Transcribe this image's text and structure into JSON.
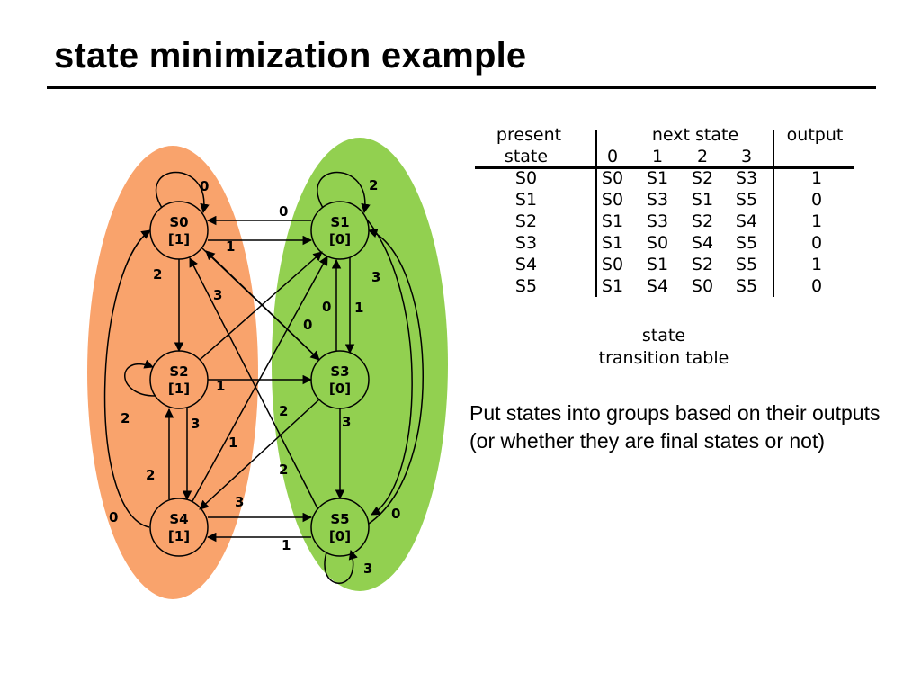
{
  "title": "state minimization example",
  "colors": {
    "group_output_1": "#f9a36c",
    "group_output_0": "#92d050",
    "stroke": "#000000"
  },
  "states": [
    {
      "id": "S0",
      "name": "S0",
      "output": "[1]"
    },
    {
      "id": "S1",
      "name": "S1",
      "output": "[0]"
    },
    {
      "id": "S2",
      "name": "S2",
      "output": "[1]"
    },
    {
      "id": "S3",
      "name": "S3",
      "output": "[0]"
    },
    {
      "id": "S4",
      "name": "S4",
      "output": "[1]"
    },
    {
      "id": "S5",
      "name": "S5",
      "output": "[0]"
    }
  ],
  "edges": [
    {
      "from": "S0",
      "to": "S0",
      "input": "0"
    },
    {
      "from": "S0",
      "to": "S1",
      "input": "1"
    },
    {
      "from": "S0",
      "to": "S2",
      "input": "2"
    },
    {
      "from": "S0",
      "to": "S3",
      "input": "3"
    },
    {
      "from": "S1",
      "to": "S0",
      "input": "0"
    },
    {
      "from": "S1",
      "to": "S3",
      "input": "1"
    },
    {
      "from": "S1",
      "to": "S1",
      "input": "2"
    },
    {
      "from": "S1",
      "to": "S5",
      "input": "3"
    },
    {
      "from": "S2",
      "to": "S1",
      "input": "0"
    },
    {
      "from": "S2",
      "to": "S3",
      "input": "1"
    },
    {
      "from": "S2",
      "to": "S2",
      "input": "2"
    },
    {
      "from": "S2",
      "to": "S4",
      "input": "3"
    },
    {
      "from": "S3",
      "to": "S1",
      "input": "0"
    },
    {
      "from": "S3",
      "to": "S0",
      "input": "1"
    },
    {
      "from": "S3",
      "to": "S4",
      "input": "2"
    },
    {
      "from": "S3",
      "to": "S5",
      "input": "3"
    },
    {
      "from": "S4",
      "to": "S0",
      "input": "0"
    },
    {
      "from": "S4",
      "to": "S1",
      "input": "1"
    },
    {
      "from": "S4",
      "to": "S2",
      "input": "2"
    },
    {
      "from": "S4",
      "to": "S5",
      "input": "3"
    },
    {
      "from": "S5",
      "to": "S1",
      "input": "0"
    },
    {
      "from": "S5",
      "to": "S4",
      "input": "1"
    },
    {
      "from": "S5",
      "to": "S0",
      "input": "2"
    },
    {
      "from": "S5",
      "to": "S5",
      "input": "3"
    }
  ],
  "table": {
    "header_line1": [
      "present",
      "next state",
      "output"
    ],
    "header_line2": [
      "state",
      "0",
      "1",
      "2",
      "3"
    ],
    "rows": [
      [
        "S0",
        "S0",
        "S1",
        "S2",
        "S3",
        "1"
      ],
      [
        "S1",
        "S0",
        "S3",
        "S1",
        "S5",
        "0"
      ],
      [
        "S2",
        "S1",
        "S3",
        "S2",
        "S4",
        "1"
      ],
      [
        "S3",
        "S1",
        "S0",
        "S4",
        "S5",
        "0"
      ],
      [
        "S4",
        "S0",
        "S1",
        "S2",
        "S5",
        "1"
      ],
      [
        "S5",
        "S1",
        "S4",
        "S0",
        "S5",
        "0"
      ]
    ]
  },
  "caption": {
    "line1": "state",
    "line2": "transition table"
  },
  "note": "Put states into groups based on their outputs (or whether they are final states or not)"
}
